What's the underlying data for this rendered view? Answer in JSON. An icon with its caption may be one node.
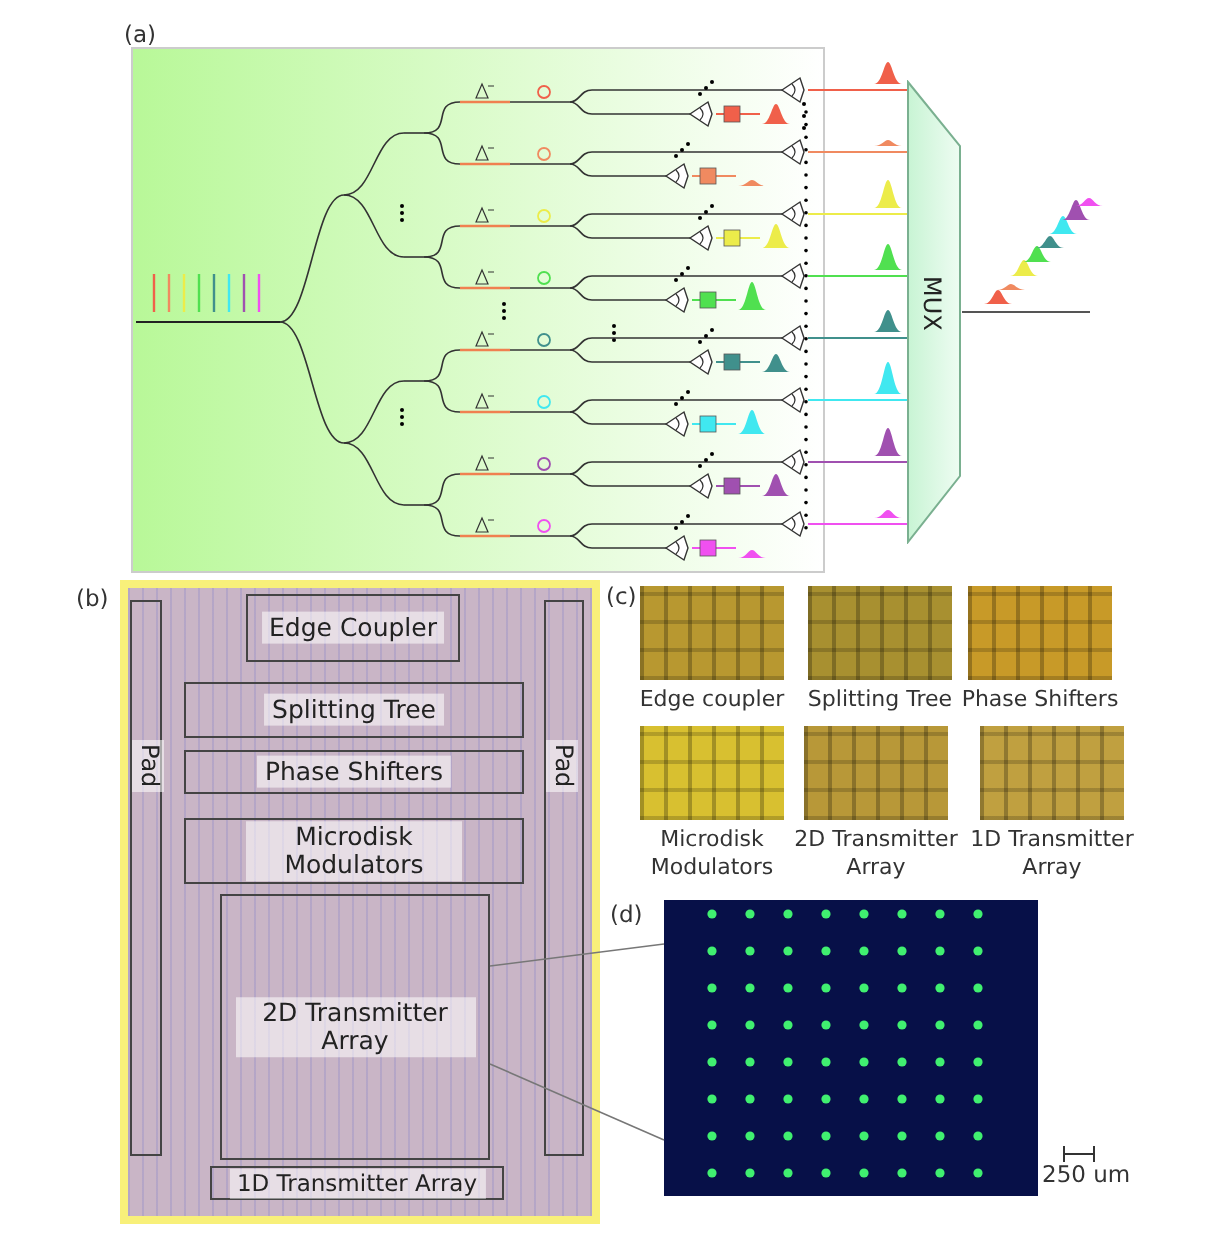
{
  "diagram": {
    "nodes": [
      {
        "text": [
          "MUX"
        ]
      },
      {
        "text": [],
        "shape": "picture"
      },
      {
        "text": [
          "Edge Coupler"
        ],
        "in": 1
      },
      {
        "text": [
          "Splitting Tree"
        ],
        "in": 1
      },
      {
        "text": [
          "Phase Shifters"
        ],
        "in": 1
      },
      {
        "text": [
          "Microdisk Modulators"
        ],
        "in": 1
      },
      {
        "text": [
          "Pad"
        ],
        "in": 1
      },
      {
        "text": [
          "Pad"
        ],
        "in": 1
      },
      {
        "text": [
          "2D Transmitter Array"
        ],
        "in": 1
      },
      {
        "text": [
          "1D Transmitter Array"
        ],
        "in": 1
      },
      {
        "text": [
          "Edge coupler"
        ]
      },
      {
        "text": [
          "Splitting Tree"
        ]
      },
      {
        "text": [
          "Phase Shifters"
        ]
      },
      {
        "text": [
          "Microdisk Modulators"
        ]
      },
      {
        "text": [
          "2D Transmitter Array"
        ]
      },
      {
        "text": [
          "1D Transmitter Array"
        ]
      },
      {
        "text": [],
        "shape": "picture",
        "beside": [
          "250 um"
        ]
      }
    ],
    "edges": [
      {
        "from": 8,
        "to": 16,
        "arrow": "none"
      },
      {
        "from": 8,
        "to": 16,
        "arrow": "none"
      }
    ],
    "labels": [
      "(a)",
      "(b)",
      "(c)",
      "(d)"
    ]
  }
}
